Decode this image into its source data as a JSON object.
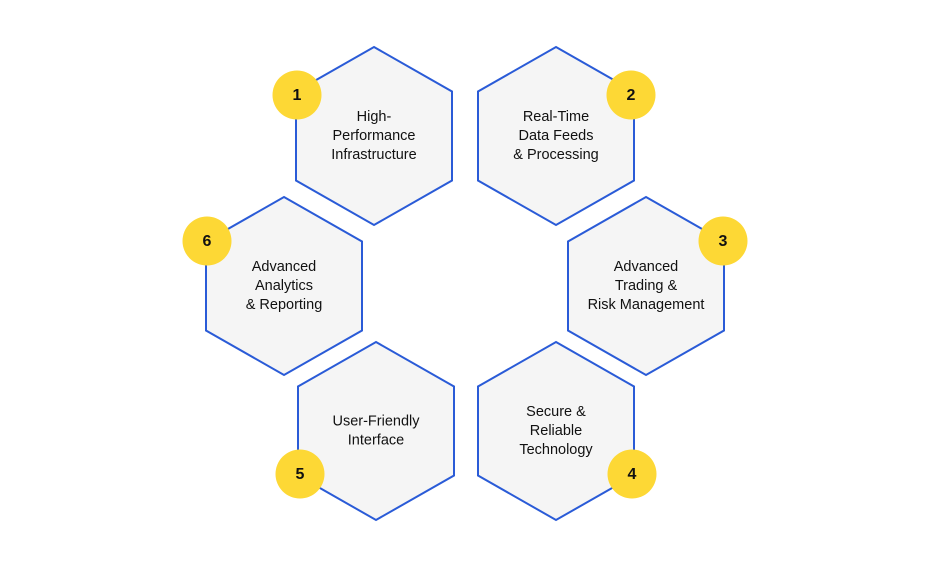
{
  "diagram": {
    "items": [
      {
        "number": "1",
        "lines": [
          "High-",
          "Performance",
          "Infrastructure"
        ]
      },
      {
        "number": "2",
        "lines": [
          "Real-Time",
          "Data Feeds",
          "& Processing"
        ]
      },
      {
        "number": "3",
        "lines": [
          "Advanced",
          "Trading &",
          "Risk Management"
        ]
      },
      {
        "number": "4",
        "lines": [
          "Secure &",
          "Reliable",
          "Technology"
        ]
      },
      {
        "number": "5",
        "lines": [
          "User-Friendly",
          "Interface"
        ]
      },
      {
        "number": "6",
        "lines": [
          "Advanced",
          "Analytics",
          "& Reporting"
        ]
      }
    ]
  },
  "colors": {
    "hex_fill": "#f5f5f5",
    "hex_stroke": "#2a5bd7",
    "badge": "#fdd835",
    "text": "#111111"
  }
}
